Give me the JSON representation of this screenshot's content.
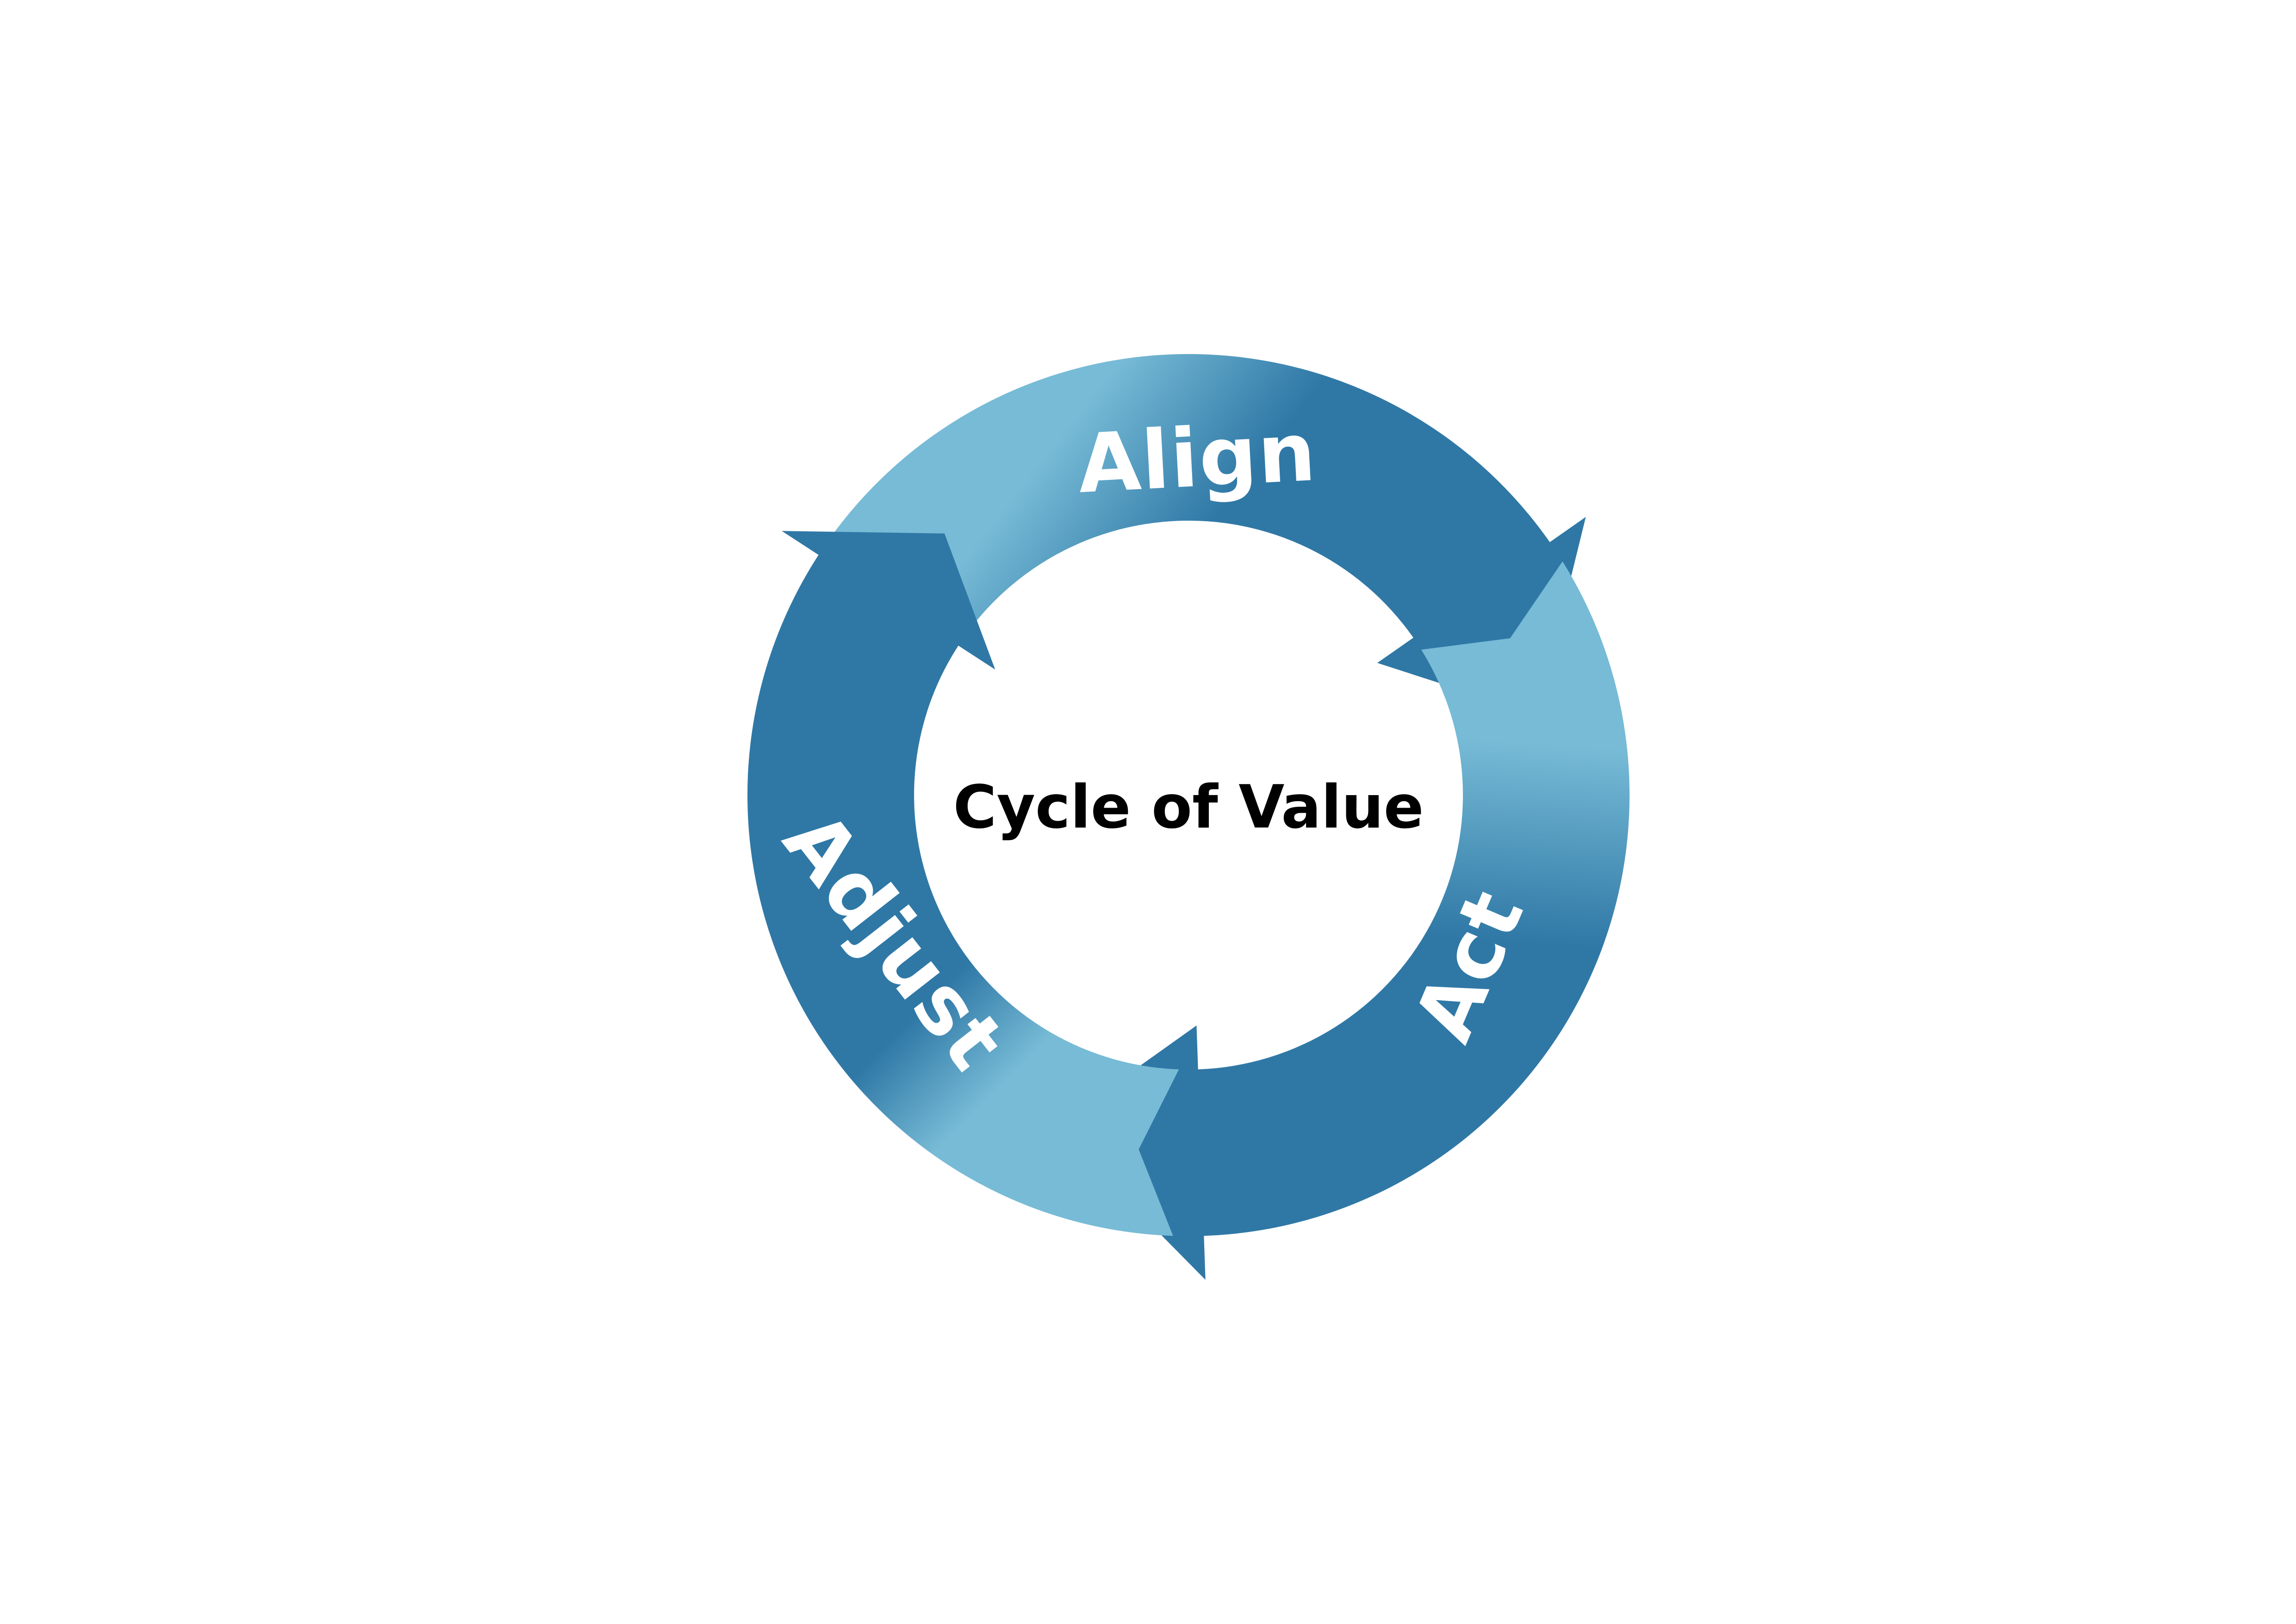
{
  "diagram": {
    "center_label": "Cycle of Value",
    "stages": [
      {
        "label": "Align"
      },
      {
        "label": "Act"
      },
      {
        "label": "Adjust"
      }
    ]
  },
  "colors": {
    "dark": "#2F78A6",
    "light": "#77BBD6",
    "text_on_arrow": "#FFFFFF",
    "center_text": "#000000",
    "background": "#FFFFFF"
  }
}
